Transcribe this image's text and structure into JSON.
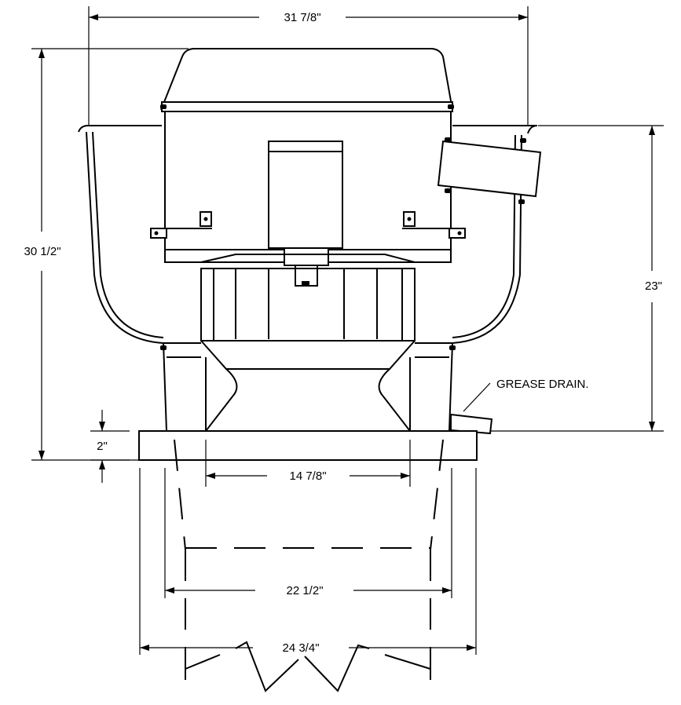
{
  "dimensions": {
    "overall_width": "31 7/8\"",
    "overall_height": "30 1/2\"",
    "height_to_hood": "23\"",
    "curb_height": "2\"",
    "throat_width": "14 7/8\"",
    "curb_inner": "22 1/2\"",
    "curb_outer": "24 3/4\""
  },
  "callouts": {
    "grease_drain": "GREASE DRAIN."
  }
}
